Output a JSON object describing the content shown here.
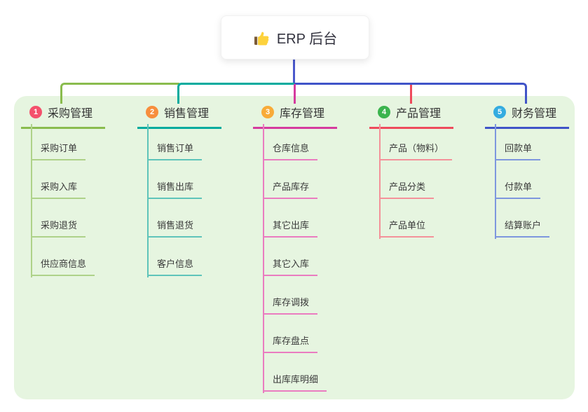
{
  "root": {
    "label": "ERP 后台",
    "icon": "thumbs-up-icon",
    "card_bg": "#ffffff",
    "connector_color": "#4a58cc"
  },
  "panel": {
    "bg_color": "#e6f5e0"
  },
  "branches": [
    {
      "badge": "1",
      "badge_color": "#f4516c",
      "line_color": "#8abc4e",
      "child_line_color": "#aed289",
      "label": "采购管理",
      "children": [
        "采购订单",
        "采购入库",
        "采购退货",
        "供应商信息"
      ]
    },
    {
      "badge": "2",
      "badge_color": "#f78e3d",
      "line_color": "#00ab9e",
      "child_line_color": "#5fc4ba",
      "label": "销售管理",
      "children": [
        "销售订单",
        "销售出库",
        "销售退货",
        "客户信息"
      ]
    },
    {
      "badge": "3",
      "badge_color": "#f8ab38",
      "line_color": "#d53b9f",
      "child_line_color": "#ea7cc0",
      "label": "库存管理",
      "children": [
        "仓库信息",
        "产品库存",
        "其它出库",
        "其它入库",
        "库存调拨",
        "库存盘点",
        "出库库明细"
      ]
    },
    {
      "badge": "4",
      "badge_color": "#3bb44e",
      "line_color": "#ee4b5c",
      "child_line_color": "#f4929a",
      "label": "产品管理",
      "children": [
        "产品（物料）",
        "产品分类",
        "产品单位"
      ]
    },
    {
      "badge": "5",
      "badge_color": "#34ace0",
      "line_color": "#4054c8",
      "child_line_color": "#7e97de",
      "label": "财务管理",
      "children": [
        "回款单",
        "付款单",
        "结算账户"
      ]
    }
  ]
}
